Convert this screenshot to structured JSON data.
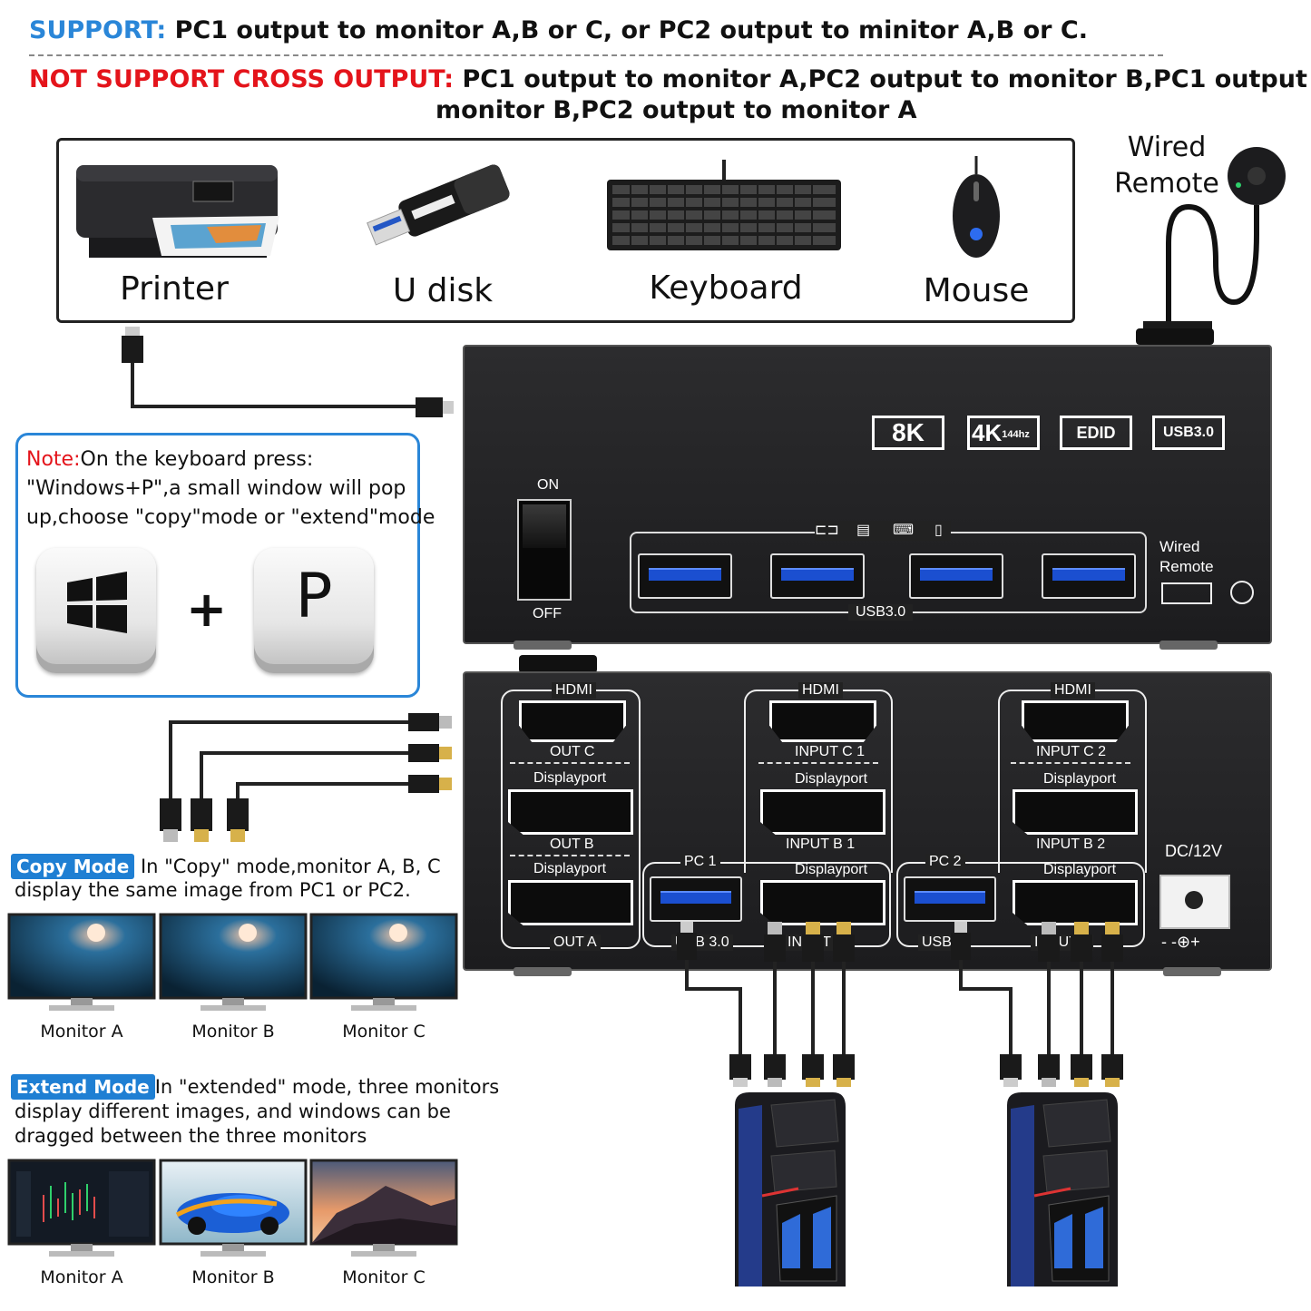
{
  "header": {
    "support_label": "SUPPORT:",
    "support_text": "PC1 output to monitor A,B or C, or PC2 output to minitor A,B or C.",
    "not_support_label": "NOT SUPPORT CROSS OUTPUT:",
    "not_support_line1": "PC1 output to monitor A,PC2 output to monitor B,PC1 output to",
    "not_support_line2": "monitor B,PC2 output to monitor A"
  },
  "peripherals": [
    "Printer",
    "U disk",
    "Keyboard",
    "Mouse"
  ],
  "wired_remote": {
    "line1": "Wired",
    "line2": "Remote"
  },
  "note": {
    "label": "Note:",
    "line1": "On the keyboard press:",
    "line2": "\"Windows+P\",a small window will pop",
    "line3": "up,choose \"copy\"mode or \"extend\"mode",
    "plus": "+",
    "key_p": "P"
  },
  "kvm_top": {
    "switch_on": "ON",
    "switch_off": "OFF",
    "badges": {
      "b8k": "8K",
      "b4k": "4K",
      "b4k_sub": "144hz",
      "edid": "EDID",
      "usb": "USB3.0"
    },
    "usb_label": "USB3.0",
    "remote_line1": "Wired",
    "remote_line2": "Remote"
  },
  "kvm_back": {
    "out": {
      "hdmi": "HDMI",
      "out_c": "OUT C",
      "dp1": "Displayport",
      "out_b": "OUT B",
      "dp2": "Displayport",
      "out_a": "OUT A"
    },
    "in1": {
      "hdmi": "HDMI",
      "c": "INPUT C 1",
      "dp1": "Displayport",
      "b": "INPUT B 1",
      "dp2": "Displayport",
      "pc": "PC 1",
      "usb": "USB 3.0",
      "input": "INPUT"
    },
    "in2": {
      "hdmi": "HDMI",
      "c": "INPUT C 2",
      "dp1": "Displayport",
      "b": "INPUT B 2",
      "dp2": "Displayport",
      "pc": "PC 2",
      "usb": "USB",
      "input": "INPUT 2"
    },
    "dc": "DC/12V",
    "polarity": "- -⊕+"
  },
  "copy_mode": {
    "badge": "Copy Mode",
    "line1": "In \"Copy\" mode,monitor A, B, C",
    "line2": "display the same image from PC1 or PC2.",
    "monitors": [
      "Monitor A",
      "Monitor B",
      "Monitor C"
    ]
  },
  "extend_mode": {
    "badge": "Extend Mode",
    "line1": "In \"extended\" mode, three monitors",
    "line2": "display different images, and windows can be",
    "line3": "dragged between the three monitors",
    "monitors": [
      "Monitor A",
      "Monitor B",
      "Monitor C"
    ]
  },
  "colors": {
    "accent_blue": "#2a86d8",
    "warning_red": "#e4141b",
    "kvm_body": "#1c1c1e",
    "usb_blue": "#1b4fd0"
  }
}
